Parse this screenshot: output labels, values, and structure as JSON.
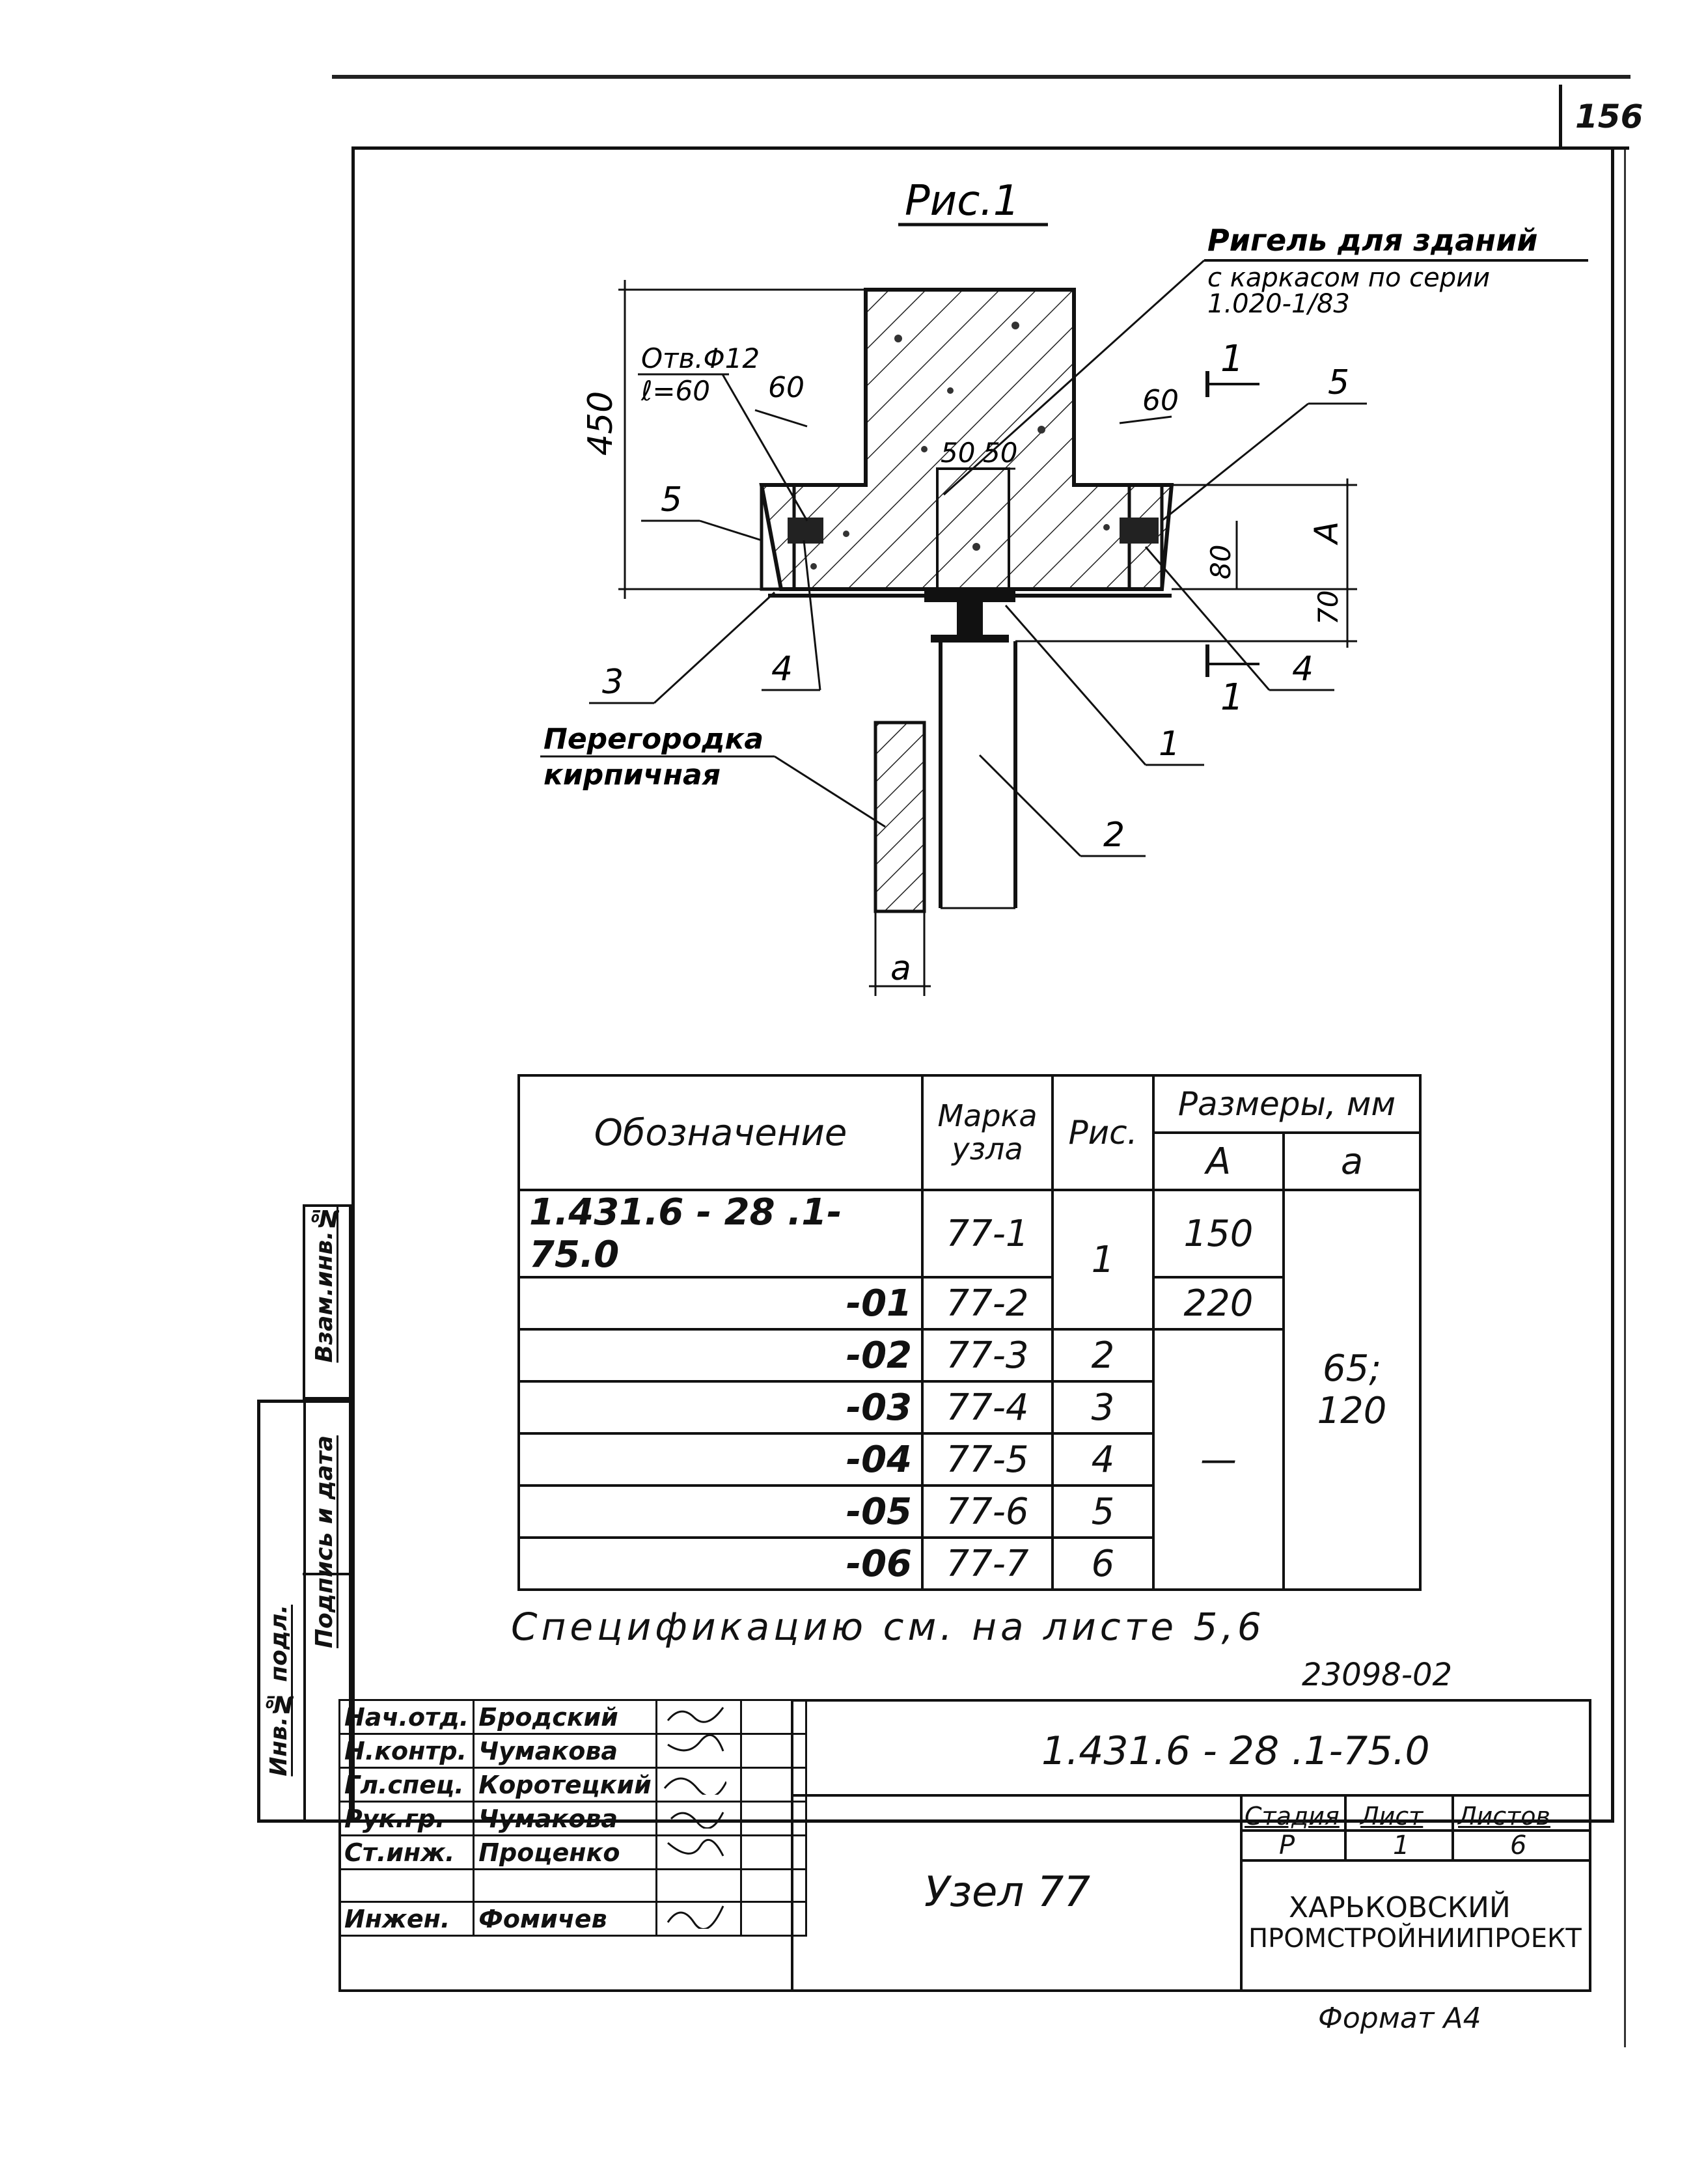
{
  "page_number": "156",
  "figure": {
    "title": "Рис.1",
    "ригель_label": "Ригель для зданий",
    "ригель_sub1": "с каркасом по серии",
    "ригель_sub2": "1.020-1/83",
    "hole_label1": "Отв.Φ12",
    "hole_label2": "ℓ=60",
    "partition_label1": "Перегородка",
    "partition_label2": "кирпичная",
    "dims": {
      "d450": "450",
      "d60_left": "60",
      "d60_right": "60",
      "d50a": "50",
      "d50b": "50",
      "d80": "80",
      "d70": "70",
      "dA": "A",
      "da": "a"
    },
    "callouts": {
      "c1": "1",
      "c2": "2",
      "c3": "3",
      "c4_left": "4",
      "c4_right": "4",
      "c5_left": "5",
      "c5_right": "5",
      "sec_top": "1",
      "sec_bottom": "1"
    }
  },
  "spec_table": {
    "headers": {
      "designation": "Обозначение",
      "node_mark1": "Марка",
      "node_mark2": "узла",
      "fig": "Рис.",
      "sizes": "Размеры, мм",
      "A": "A",
      "a": "a"
    },
    "rows": [
      {
        "code": "1.431.6 - 28 .1-75.0",
        "mark": "77-1"
      },
      {
        "code": "-01",
        "mark": "77-2"
      },
      {
        "code": "-02",
        "mark": "77-3",
        "fig": "2"
      },
      {
        "code": "-03",
        "mark": "77-4",
        "fig": "3"
      },
      {
        "code": "-04",
        "mark": "77-5",
        "fig": "4"
      },
      {
        "code": "-05",
        "mark": "77-6",
        "fig": "5"
      },
      {
        "code": "-06",
        "mark": "77-7",
        "fig": "6"
      }
    ],
    "fig_merged": "1",
    "A_values": [
      "150",
      "220"
    ],
    "A_dash": "—",
    "a_value_line1": "65;",
    "a_value_line2": "120"
  },
  "note": "Спецификацию см. на листе 5,6",
  "archive_no": "23098-02",
  "title_block": {
    "doc_code": "1.431.6 - 28 .1-75.0",
    "title": "Узел 77",
    "stage_label": "Стадия",
    "sheet_label": "Лист",
    "sheets_label": "Листов",
    "stage": "Р",
    "sheet": "1",
    "sheets": "6",
    "org1": "ХАРЬКОВСКИЙ",
    "org2": "ПРОМСТРОЙНИИПРОЕКТ",
    "format": "Формат А4",
    "staff": [
      {
        "role": "Нач.отд.",
        "name": "Бродский"
      },
      {
        "role": "Н.контр.",
        "name": "Чумакова"
      },
      {
        "role": "Гл.спец.",
        "name": "Коротецкий"
      },
      {
        "role": "Рук.гр.",
        "name": "Чумакова"
      },
      {
        "role": "Ст.инж.",
        "name": "Проценко"
      },
      {
        "role": "",
        "name": ""
      },
      {
        "role": "Инжен.",
        "name": "Фомичев"
      }
    ]
  },
  "side_strip": {
    "inv_orig": "Инв.№ подл.",
    "sign_date": "Подпись и дата",
    "inv_dup": "Взам.инв.№"
  }
}
